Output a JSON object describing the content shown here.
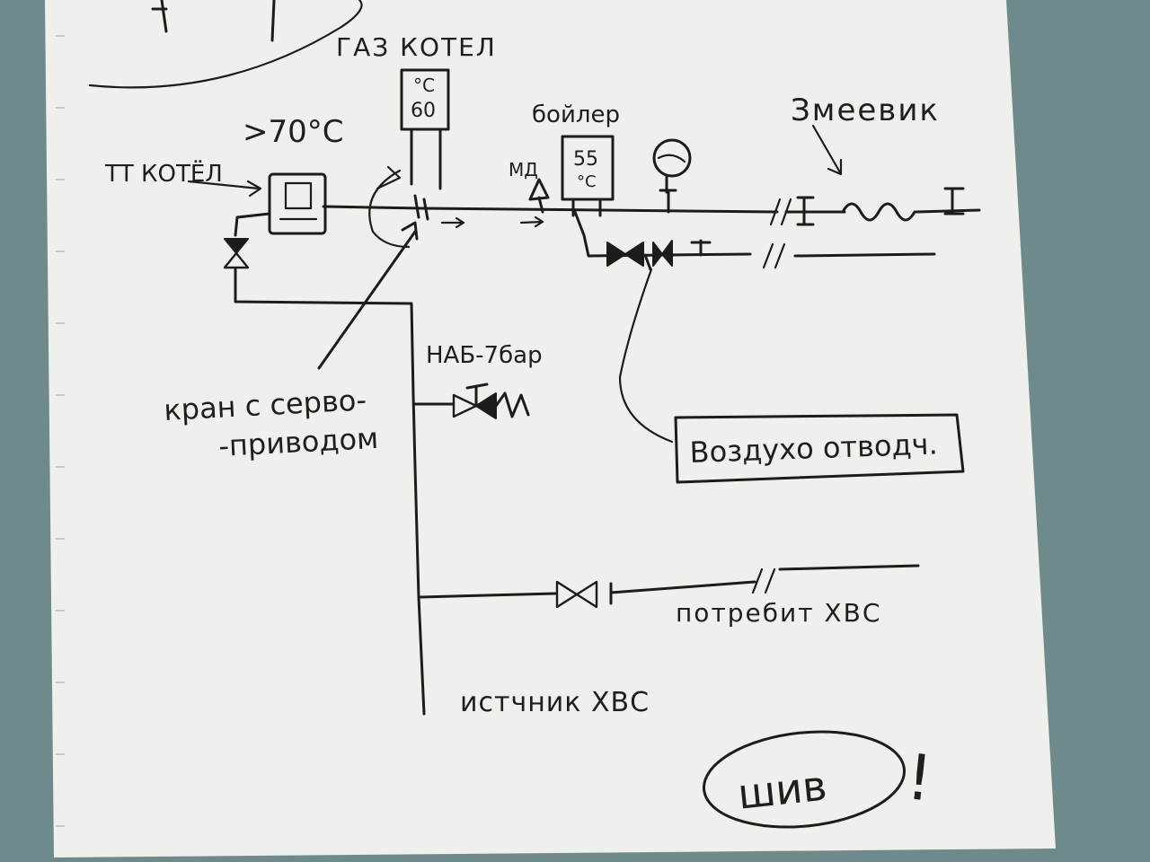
{
  "labels": {
    "gas_boiler": "ГАЗ КОТЕЛ",
    "gas_boiler_unit": "°C",
    "gas_boiler_temp": "60",
    "solid_fuel_boiler": "ТТ КОТЁЛ",
    "solid_fuel_temp": ">70°C",
    "water_heater": "бойлер",
    "water_heater_temp": "55",
    "water_heater_unit": "°C",
    "coil": "Змеевик",
    "safety_valve": "НАБ-7бар",
    "servo_valve_line1": "кран с серво-",
    "servo_valve_line2": "-приводом",
    "air_vent": "Воздухо отводч.",
    "cold_water_consumers": "потребит ХВС",
    "cold_water_source": "истчник ХВС",
    "tag_circle": "шив",
    "exclaim": "!",
    "heater_tag": "МД"
  },
  "colors": {
    "paper": "#efefeb",
    "ink": "#1c1c1c",
    "background": "#6f8a8a"
  }
}
